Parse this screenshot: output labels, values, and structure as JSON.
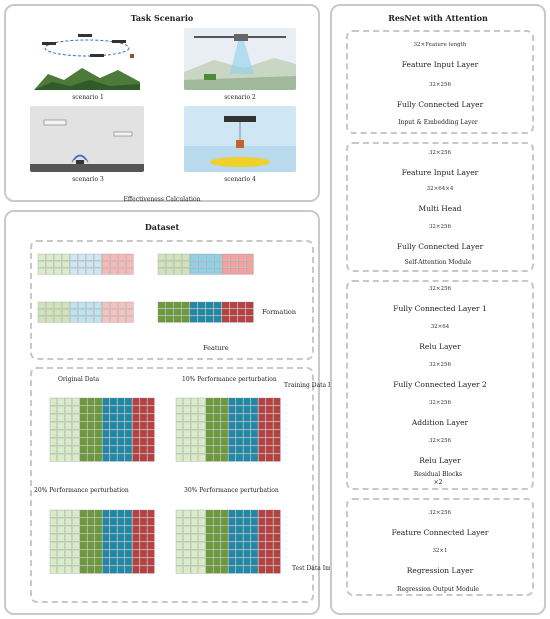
{
  "task_scenario": {
    "title": "Task Scenario",
    "scenarios": [
      "scenario 1",
      "scenario 2",
      "scenario 3",
      "scenario 4"
    ],
    "footer": "Effectiveness Calculation"
  },
  "dataset": {
    "title": "Dataset",
    "formation_label": "Formation",
    "feature_label": "Feature",
    "perturbations": [
      "Original Data",
      "10% Performance perturbation",
      "20% Performance perturbation",
      "30% Performance perturbation"
    ],
    "training_import": "Training Data Import",
    "test_import": "Test Data Import"
  },
  "network": {
    "title": "ResNet with Attention",
    "modules": [
      {
        "caption": "Input & Embedding Layer",
        "layers": [
          {
            "dim": "32×Feature length",
            "label": "Feature Input Layer",
            "color": "#f5d63d"
          },
          {
            "dim": "32×256",
            "label": "Fully Connected Layer",
            "color": "#f5d63d"
          }
        ]
      },
      {
        "caption": "Self-Attention Module",
        "layers": [
          {
            "dim": "32×256",
            "label": "Feature Input Layer",
            "color": "#d9c6e8"
          },
          {
            "dim": "32×64×4",
            "label": "Multi Head",
            "color": "#d9c6e8"
          },
          {
            "dim": "32×256",
            "label": "Fully Connected Layer",
            "color": "#d9c6e8"
          }
        ]
      },
      {
        "caption": "Residual Blocks",
        "repeat": "×2",
        "layers": [
          {
            "dim": "32×256",
            "label": "Fully Connected Layer 1",
            "color": "#f8c89c"
          },
          {
            "dim": "32×64",
            "label": "Relu Layer",
            "color": "#f8c89c"
          },
          {
            "dim": "32×256",
            "label": "Fully Connected Layer 2",
            "color": "#f8c89c"
          },
          {
            "dim": "32×256",
            "label": "Addition Layer",
            "color": "#f8c89c"
          },
          {
            "dim": "32×256",
            "label": "Relu Layer",
            "color": "#f8c89c"
          }
        ]
      },
      {
        "caption": "Regression Output Module",
        "layers": [
          {
            "dim": "32×256",
            "label": "Feature Connected Layer",
            "color": "#f49a97"
          },
          {
            "dim": "32×1",
            "label": "Regression Layer",
            "color": "#f49a97"
          }
        ]
      }
    ]
  }
}
